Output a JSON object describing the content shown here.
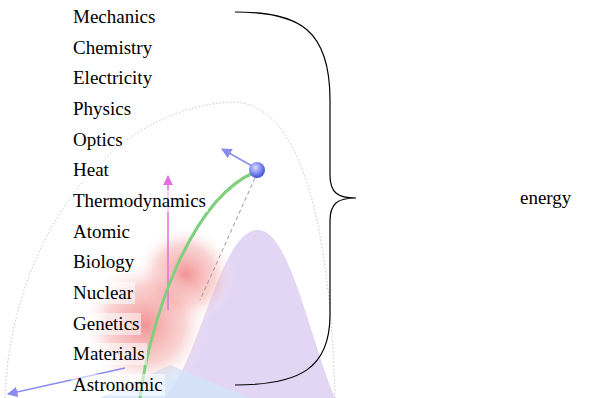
{
  "diagram": {
    "labels": [
      "Mechanics",
      "Chemistry",
      "Electricity",
      "Physics",
      "Optics",
      "Heat",
      "Thermodynamics",
      "Atomic",
      "Biology",
      "Nuclear",
      "Genetics",
      "Materials",
      "Astronomic",
      "energy"
    ]
  }
}
